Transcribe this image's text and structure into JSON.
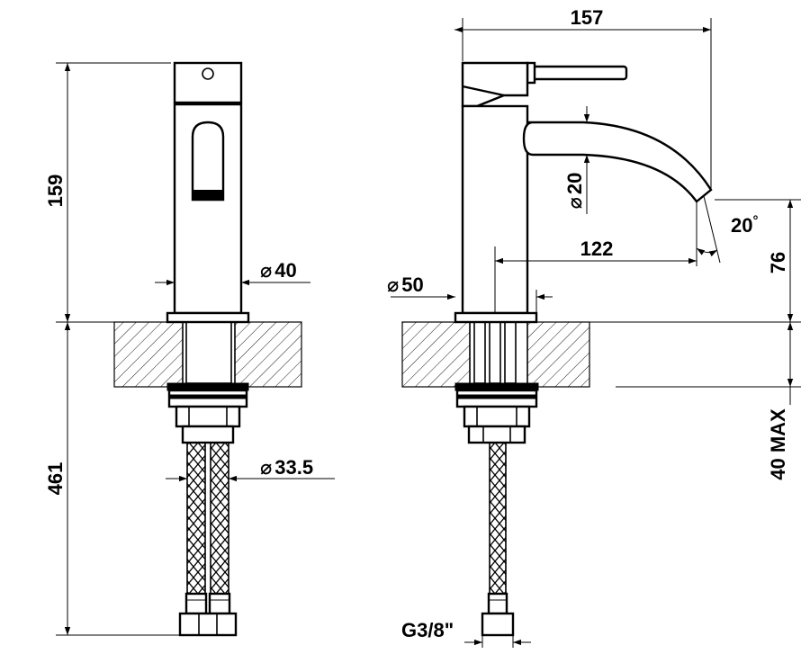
{
  "dimensions": {
    "front_height": "159",
    "front_body_diameter": "40",
    "front_hose_length": "461",
    "front_hose_diameter": "33.5",
    "side_overall_length": "157",
    "side_spout_diameter": "20",
    "side_spout_angle": "20",
    "side_reach": "122",
    "side_base_diameter": "50",
    "side_spout_height": "76",
    "side_max_thickness": "40 MAX",
    "side_thread": "G3/8\""
  },
  "symbols": {
    "diameter": "⌀",
    "degree": "°"
  }
}
